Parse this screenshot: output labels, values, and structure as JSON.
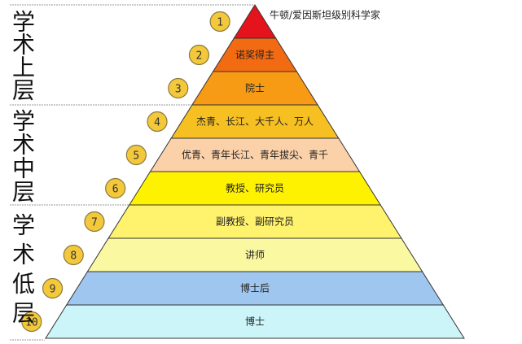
{
  "groups": [
    {
      "label": "学术上层",
      "levels": [
        1,
        3
      ]
    },
    {
      "label": "学术中层",
      "levels": [
        4,
        6
      ]
    },
    {
      "label": "学术低层",
      "levels": [
        7,
        10
      ]
    }
  ],
  "levels": [
    {
      "num": "1",
      "label": "牛顿/爱因斯坦级别科学家",
      "color": "#e5131b"
    },
    {
      "num": "2",
      "label": "诺奖得主",
      "color": "#f26a12"
    },
    {
      "num": "3",
      "label": "院士",
      "color": "#f79a14"
    },
    {
      "num": "4",
      "label": "杰青、长江、大千人、万人",
      "color": "#f6bf22"
    },
    {
      "num": "5",
      "label": "优青、青年长江、青年拔尖、青千",
      "color": "#fbd1aa"
    },
    {
      "num": "6",
      "label": "教授、研究员",
      "color": "#fff200"
    },
    {
      "num": "7",
      "label": "副教授、副研究员",
      "color": "#fff36e"
    },
    {
      "num": "8",
      "label": "讲师",
      "color": "#fbf8a2"
    },
    {
      "num": "9",
      "label": "博士后",
      "color": "#9fc6ef"
    },
    {
      "num": "10",
      "label": "博士",
      "color": "#cbf5f9"
    }
  ],
  "badge_color": "#f3c83a"
}
